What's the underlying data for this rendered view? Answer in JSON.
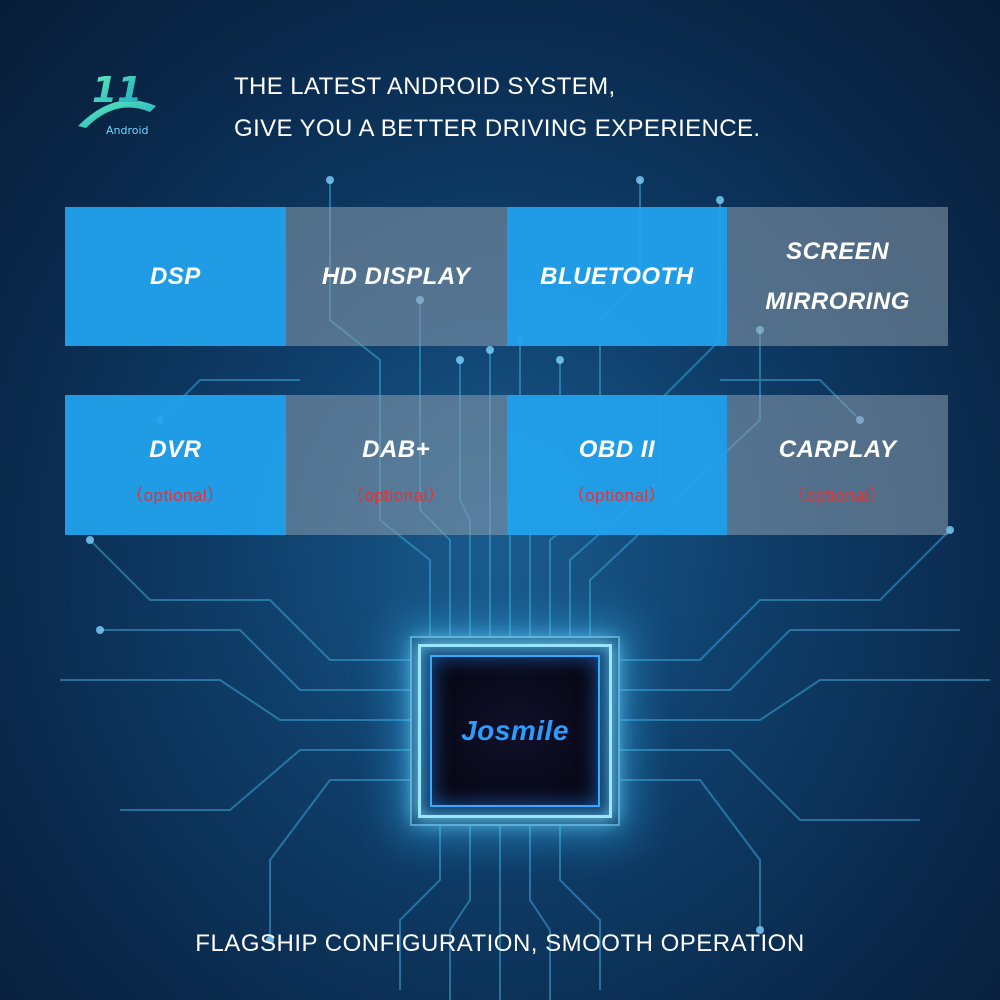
{
  "logo": {
    "version": "11",
    "label": "Android"
  },
  "headline": {
    "line1": "THE LATEST ANDROID SYSTEM,",
    "line2": "GIVE YOU A BETTER DRIVING EXPERIENCE."
  },
  "features_row1": [
    {
      "label": "DSP"
    },
    {
      "label": "HD DISPLAY"
    },
    {
      "label": "BLUETOOTH"
    },
    {
      "label": "SCREEN",
      "label2": "MIRRORING"
    }
  ],
  "features_row2": [
    {
      "label": "DVR",
      "note": "（optional）"
    },
    {
      "label": "DAB+",
      "note": "（optional）"
    },
    {
      "label": "OBD II",
      "note": "（optional）"
    },
    {
      "label": "CARPLAY",
      "note": "（optional）"
    }
  ],
  "chip": {
    "brand": "Josmile"
  },
  "footer": {
    "text": "FLAGSHIP CONFIGURATION, SMOOTH OPERATION"
  },
  "colors": {
    "background": "#0f3f6b",
    "tile_blue": "#22a3ee",
    "tile_gray": "#8c9eaf",
    "optional_red": "#e83030",
    "brand_blue": "#2f9bff"
  }
}
